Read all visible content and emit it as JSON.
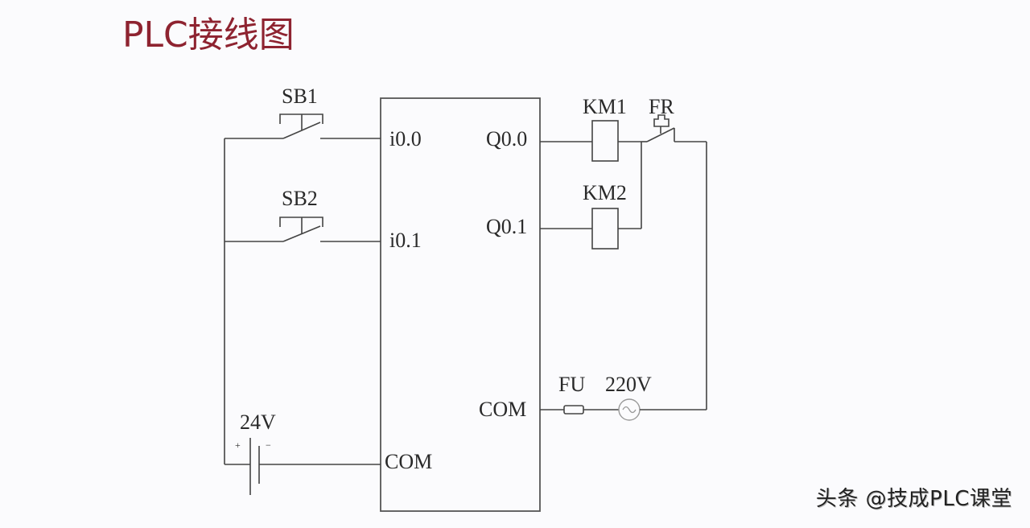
{
  "title": "PLC接线图",
  "plc": {
    "inputs": [
      {
        "terminal": "i0.0",
        "device": "SB1"
      },
      {
        "terminal": "i0.1",
        "device": "SB2"
      }
    ],
    "input_common": "COM",
    "outputs": [
      {
        "terminal": "Q0.0",
        "device": "KM1"
      },
      {
        "terminal": "Q0.1",
        "device": "KM2"
      }
    ],
    "output_common": "COM"
  },
  "components": {
    "thermal_relay": "FR",
    "fuse": "FU",
    "ac_source": "220V",
    "dc_source": "24V",
    "dc_plus": "+",
    "dc_minus": "−"
  },
  "watermark": "头条 @技成PLC课堂"
}
